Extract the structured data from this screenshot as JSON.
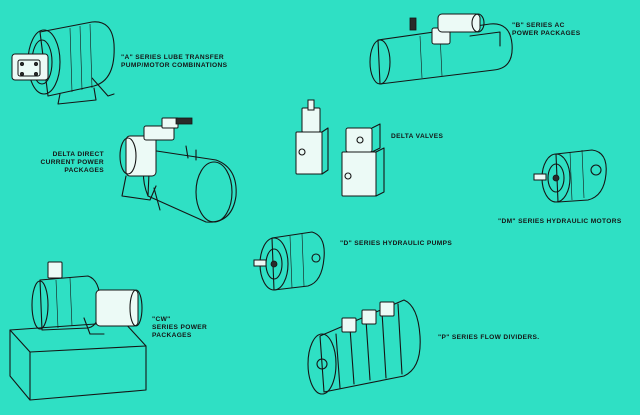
{
  "labels": {
    "a_series": [
      "\"A\" SERIES LUBE TRANSFER",
      "PUMP/MOTOR COMBINATIONS"
    ],
    "b_series": [
      "\"B\" SERIES AC",
      "POWER PACKAGES"
    ],
    "delta_dc": [
      "DELTA DIRECT",
      "CURRENT POWER",
      "PACKAGES"
    ],
    "delta_valves": "DELTA VALVES",
    "dm_series": "\"DM\" SERIES HYDRAULIC MOTORS",
    "d_series": "\"D\" SERIES HYDRAULIC PUMPS",
    "cw_series": [
      "\"CW\"",
      "SERIES POWER",
      "PACKAGES"
    ],
    "p_series": "\"P\" SERIES FLOW DIVIDERS."
  },
  "colors": {
    "background": "#2fe0c4",
    "ink": "#151515"
  }
}
